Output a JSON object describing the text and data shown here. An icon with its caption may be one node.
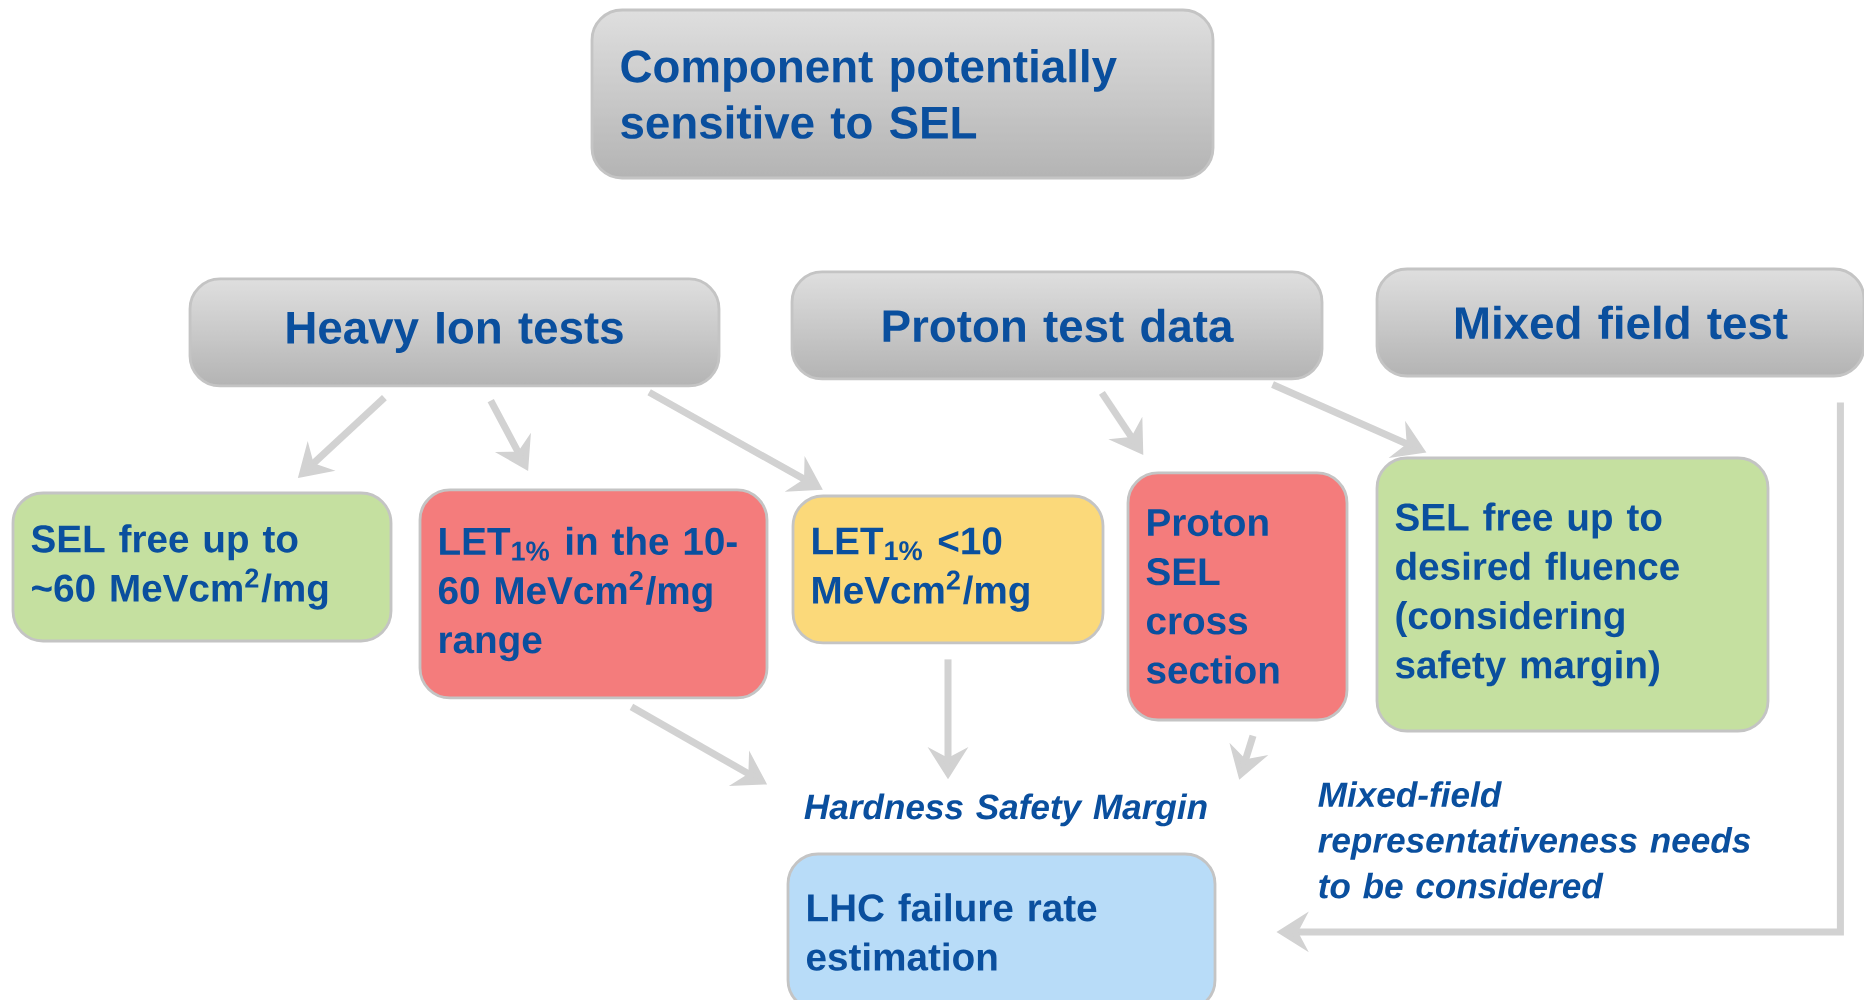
{
  "diagram": {
    "nodes": [
      {
        "text": [
          "Component potentially sensitive to SEL"
        ]
      },
      {
        "text": [
          "Heavy Ion tests"
        ]
      },
      {
        "text": [
          "Proton test data"
        ]
      },
      {
        "text": [
          "Mixed field test"
        ]
      },
      {
        "text": [
          "SEL free up to ~60 MeVcm$^{2}$/mg"
        ]
      },
      {
        "text": [
          "LET$_{1%}$ in the 10-60 MeVcm$^{2}$/mg range"
        ]
      },
      {
        "text": [
          "LET$_{1%}$ <10 MeVcm$^{2}$/mg"
        ]
      },
      {
        "text": [
          "Proton SEL cross section"
        ]
      },
      {
        "text": [
          "SEL free up to desired fluence (considering safety margin)"
        ]
      },
      {
        "text": [
          "Hardness Safety Margin"
        ]
      },
      {
        "text": [
          "LHC failure rate estimation"
        ]
      }
    ],
    "edges": [
      {
        "from": 1,
        "to": 4,
        "arrow": "to"
      },
      {
        "from": 1,
        "to": 5,
        "arrow": "to"
      },
      {
        "from": 1,
        "to": 6,
        "arrow": "to"
      },
      {
        "from": 2,
        "to": 7,
        "arrow": "to"
      },
      {
        "from": 2,
        "to": 8,
        "arrow": "to"
      },
      {
        "from": 5,
        "to": 9,
        "arrow": "to"
      },
      {
        "from": 6,
        "to": 9,
        "arrow": "to"
      },
      {
        "from": 7,
        "to": 9,
        "arrow": "to"
      },
      {
        "from": 3,
        "to": 10,
        "arrow": "to"
      }
    ],
    "labels": [
      "Mixed-field representativeness needs to be considered"
    ]
  }
}
